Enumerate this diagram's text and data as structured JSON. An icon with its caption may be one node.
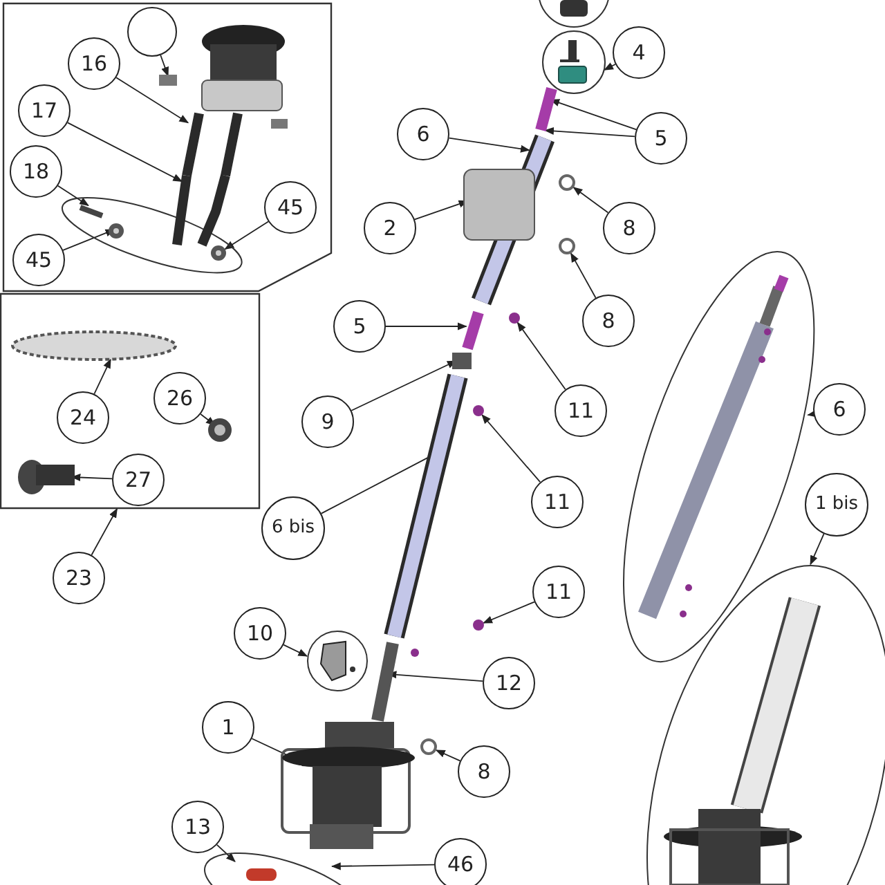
{
  "diagram": {
    "nodes": [
      {
        "text": [],
        "shape": "box"
      },
      {
        "text": [],
        "shape": "circle",
        "in": 0
      },
      {
        "text": [
          "16"
        ],
        "in": 0
      },
      {
        "text": [
          "17"
        ],
        "in": 0
      },
      {
        "text": [
          "18"
        ],
        "in": 0
      },
      {
        "text": [],
        "shape": "ellipse",
        "in": 0
      },
      {
        "text": [
          "45"
        ],
        "in": 0
      },
      {
        "text": [
          "45"
        ],
        "in": 0
      },
      {
        "text": [],
        "shape": "box"
      },
      {
        "text": [
          "24"
        ],
        "in": 8
      },
      {
        "text": [
          "26"
        ],
        "in": 8
      },
      {
        "text": [
          "27"
        ],
        "in": 8
      },
      {
        "text": [
          "23"
        ]
      },
      {
        "text": [],
        "shape": "circle"
      },
      {
        "text": [],
        "shape": "circle"
      },
      {
        "text": [
          "4"
        ]
      },
      {
        "text": [
          "6"
        ]
      },
      {
        "text": [
          "5"
        ]
      },
      {
        "text": [
          "2"
        ]
      },
      {
        "text": [
          "8"
        ]
      },
      {
        "text": [
          "8"
        ]
      },
      {
        "text": [
          "5"
        ]
      },
      {
        "text": [
          "11"
        ]
      },
      {
        "text": [
          "9"
        ]
      },
      {
        "text": [
          "11"
        ]
      },
      {
        "text": [
          "6 bis"
        ]
      },
      {
        "text": [],
        "shape": "ellipse"
      },
      {
        "text": [
          "6"
        ]
      },
      {
        "text": [
          "1 bis"
        ]
      },
      {
        "text": [],
        "shape": "ellipse"
      },
      {
        "text": [
          "11"
        ]
      },
      {
        "text": [
          "10"
        ]
      },
      {
        "text": [],
        "shape": "circle"
      },
      {
        "text": [
          "12"
        ]
      },
      {
        "text": [
          "1"
        ]
      },
      {
        "text": [
          "8"
        ]
      },
      {
        "text": [
          "13"
        ]
      },
      {
        "text": [],
        "shape": "ellipse"
      },
      {
        "text": [
          "46"
        ]
      },
      {
        "text": [],
        "shape": "box",
        "in": 0
      },
      {
        "text": [],
        "shape": "picture",
        "in": 0
      },
      {
        "text": [],
        "shape": "picture",
        "in": 0
      },
      {
        "text": [],
        "shape": "picture",
        "in": 5
      },
      {
        "text": [],
        "shape": "picture",
        "in": 5
      },
      {
        "text": [],
        "shape": "ellipse",
        "in": 8
      },
      {
        "text": [],
        "shape": "picture",
        "in": 8
      },
      {
        "text": [],
        "shape": "picture",
        "in": 8
      },
      {
        "text": [],
        "shape": "picture"
      },
      {
        "text": [],
        "shape": "picture"
      },
      {
        "text": [],
        "shape": "box"
      },
      {
        "text": [],
        "shape": "circle"
      },
      {
        "text": [],
        "shape": "circle"
      },
      {
        "text": [],
        "shape": "picture"
      },
      {
        "text": [],
        "shape": "circle"
      },
      {
        "text": [],
        "shape": "box"
      },
      {
        "text": [],
        "shape": "circle"
      },
      {
        "text": [],
        "shape": "picture"
      },
      {
        "text": [],
        "shape": "circle"
      },
      {
        "text": [],
        "shape": "picture"
      },
      {
        "text": [],
        "shape": "picture"
      },
      {
        "text": [],
        "shape": "circle"
      }
    ],
    "edges": [
      {
        "from": 1,
        "to": 39,
        "arrow": "to"
      },
      {
        "from": 2,
        "to": 40,
        "arrow": "to"
      },
      {
        "from": 3,
        "to": 41,
        "arrow": "to"
      },
      {
        "from": 4,
        "to": 5,
        "arrow": "to"
      },
      {
        "from": 6,
        "to": 42,
        "arrow": "to"
      },
      {
        "from": 7,
        "to": 43,
        "arrow": "to"
      },
      {
        "from": 9,
        "to": 44,
        "arrow": "to"
      },
      {
        "from": 10,
        "to": 45,
        "arrow": "to"
      },
      {
        "from": 11,
        "to": 46,
        "arrow": "to"
      },
      {
        "from": 12,
        "to": 8,
        "arrow": "to"
      },
      {
        "from": 15,
        "to": 14,
        "arrow": "to"
      },
      {
        "from": 16,
        "to": 48,
        "arrow": "to"
      },
      {
        "from": 17,
        "to": 47,
        "arrow": "to"
      },
      {
        "from": 17,
        "to": 47,
        "arrow": "to"
      },
      {
        "from": 18,
        "to": 49,
        "arrow": "to"
      },
      {
        "from": 19,
        "to": 50,
        "arrow": "to"
      },
      {
        "from": 20,
        "to": 51,
        "arrow": "to"
      },
      {
        "from": 21,
        "to": 52,
        "arrow": "to"
      },
      {
        "from": 22,
        "to": 53,
        "arrow": "to"
      },
      {
        "from": 23,
        "to": 54,
        "arrow": "to"
      },
      {
        "from": 24,
        "to": 55,
        "arrow": "to"
      },
      {
        "from": 25,
        "to": 56,
        "arrow": "to"
      },
      {
        "from": 27,
        "to": 26,
        "arrow": "to"
      },
      {
        "from": 28,
        "to": 29,
        "arrow": "to"
      },
      {
        "from": 30,
        "to": 57,
        "arrow": "to"
      },
      {
        "from": 31,
        "to": 32,
        "arrow": "to"
      },
      {
        "from": 33,
        "to": 58,
        "arrow": "to"
      },
      {
        "from": 34,
        "to": 59,
        "arrow": "to"
      },
      {
        "from": 35,
        "to": 60,
        "arrow": "to"
      },
      {
        "from": 36,
        "to": 37,
        "arrow": "to"
      },
      {
        "from": 38,
        "to": 37,
        "arrow": "to"
      }
    ]
  }
}
